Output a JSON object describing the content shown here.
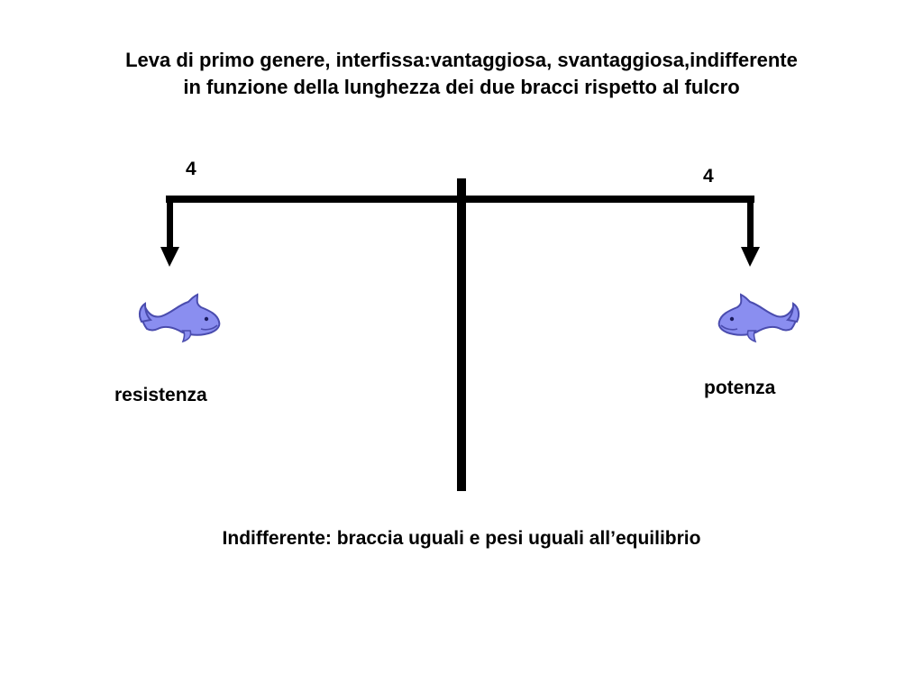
{
  "slide": {
    "title_line1": "Leva di primo genere, interfissa:vantaggiosa, svantaggiosa,indifferente",
    "title_line2": "in funzione della lunghezza dei due bracci rispetto al fulcro",
    "left_arm_length": "4",
    "right_arm_length": "4",
    "left_force_label": "resistenza",
    "right_force_label": "potenza",
    "caption": "Indifferente: braccia uguali e pesi uguali all’equilibrio"
  },
  "icons": {
    "left_weight": "dolphin-icon",
    "right_weight": "dolphin-icon"
  },
  "colors": {
    "dolphin_fill": "#8a8ef0",
    "dolphin_shadow": "#4a4cae",
    "lever": "#000000"
  }
}
